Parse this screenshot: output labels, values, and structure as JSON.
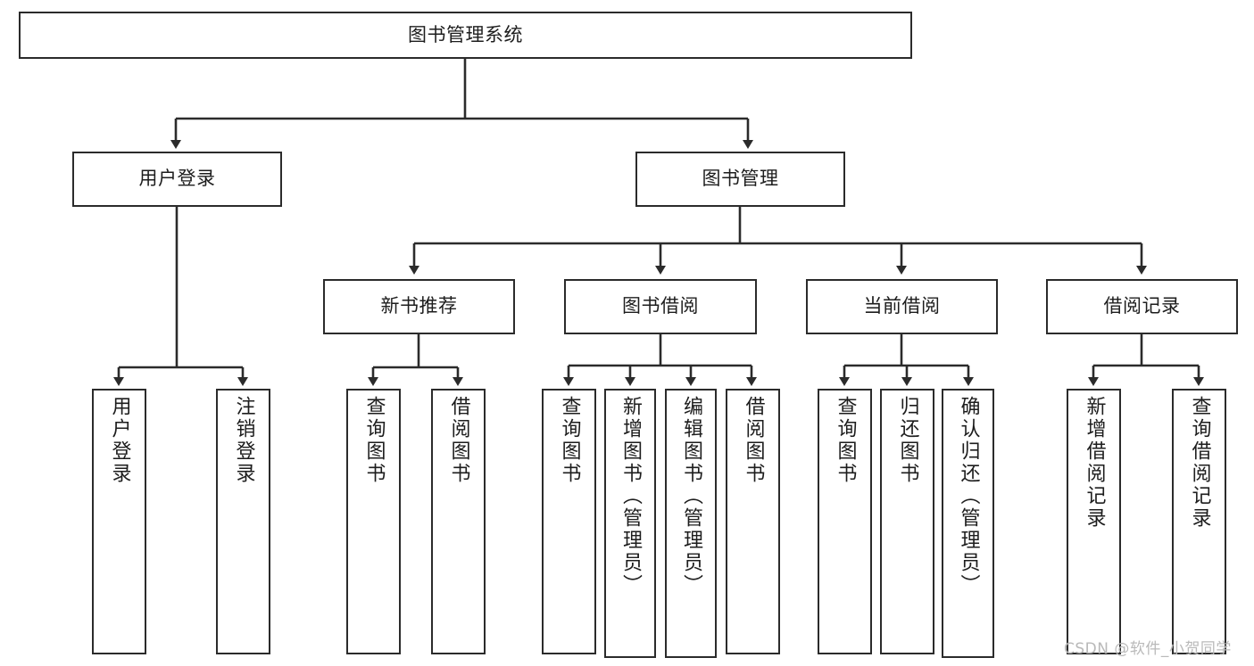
{
  "diagram": {
    "title": "图书管理系统",
    "type": "hierarchy-tree",
    "levels": 4,
    "root": {
      "id": "root",
      "label": "图书管理系统"
    },
    "level2": [
      {
        "id": "login",
        "label": "用户登录"
      },
      {
        "id": "bookmgmt",
        "label": "图书管理"
      }
    ],
    "level3": [
      {
        "id": "newbook",
        "label": "新书推荐",
        "parent": "bookmgmt"
      },
      {
        "id": "borrow",
        "label": "图书借阅",
        "parent": "bookmgmt"
      },
      {
        "id": "current",
        "label": "当前借阅",
        "parent": "bookmgmt"
      },
      {
        "id": "record",
        "label": "借阅记录",
        "parent": "bookmgmt"
      }
    ],
    "leaves": [
      {
        "id": "leaf-1",
        "label": "用户登录",
        "parent": "login"
      },
      {
        "id": "leaf-2",
        "label": "注销登录",
        "parent": "login"
      },
      {
        "id": "leaf-3",
        "label": "查询图书",
        "parent": "newbook"
      },
      {
        "id": "leaf-4",
        "label": "借阅图书",
        "parent": "newbook"
      },
      {
        "id": "leaf-5",
        "label": "查询图书",
        "parent": "borrow"
      },
      {
        "id": "leaf-6",
        "label": "新增图书（管理员）",
        "parent": "borrow"
      },
      {
        "id": "leaf-7",
        "label": "编辑图书（管理员）",
        "parent": "borrow"
      },
      {
        "id": "leaf-8",
        "label": "借阅图书",
        "parent": "borrow"
      },
      {
        "id": "leaf-9",
        "label": "查询图书",
        "parent": "current"
      },
      {
        "id": "leaf-10",
        "label": "归还图书",
        "parent": "current"
      },
      {
        "id": "leaf-11",
        "label": "确认归还（管理员）",
        "parent": "current"
      },
      {
        "id": "leaf-12",
        "label": "新增借阅记录",
        "parent": "record"
      },
      {
        "id": "leaf-13",
        "label": "查询借阅记录",
        "parent": "record"
      }
    ]
  },
  "watermark": {
    "text": "CSDN @软件_小贺同学"
  },
  "colors": {
    "stroke": "#2b2b2b",
    "fill": "#ffffff",
    "text": "#1d1d1d",
    "watermark": "#b9b9b9"
  }
}
